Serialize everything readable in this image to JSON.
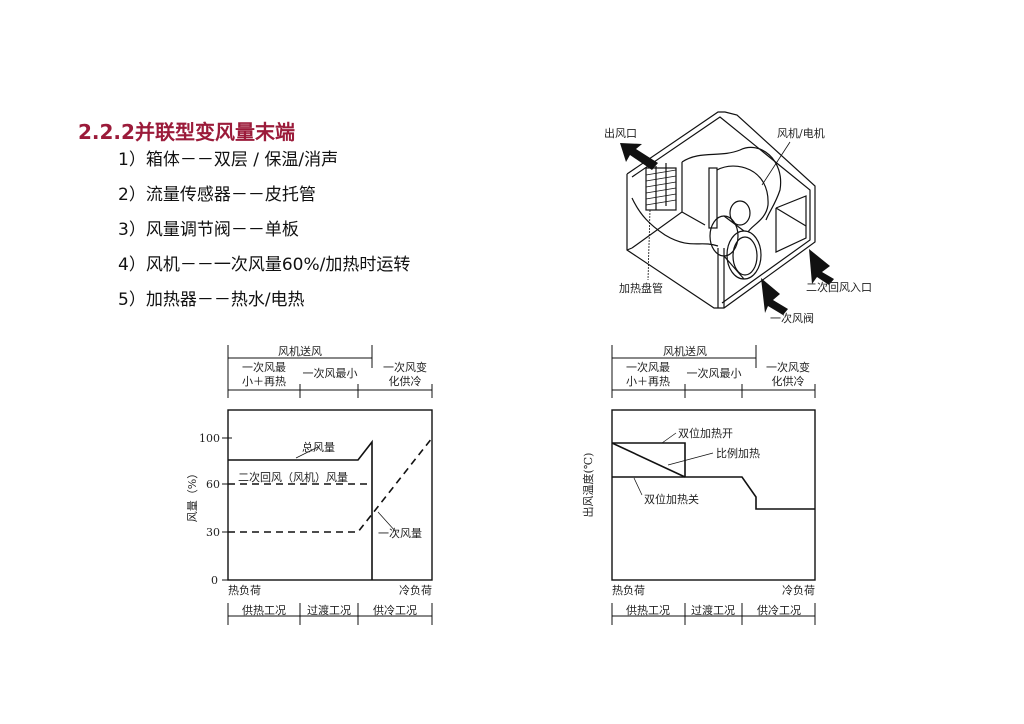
{
  "slide": {
    "title": "2.2.2并联型变风量末端",
    "title_color": "#9b1b3a",
    "items": [
      "1）箱体－－双层 / 保温/消声",
      "2）流量传感器－－皮托管",
      "3）风量调节阀－－单板",
      "4）风机－－一次风量60%/加热时运转",
      "5）加热器－－热水/电热"
    ]
  },
  "unit_diagram": {
    "labels": {
      "outlet": "出风口",
      "fan_motor": "风机/电机",
      "heating_coil": "加热盘管",
      "secondary_inlet": "二次回风入口",
      "primary_damper": "一次风阀"
    }
  },
  "header_band": {
    "fan_supply": "风机送风",
    "zone1_line1": "一次风最",
    "zone1_line2": "小＋再热",
    "zone2": "一次风最小",
    "zone3_line1": "一次风变",
    "zone3_line2": "化供冷"
  },
  "footer_band": {
    "heating": "供热工况",
    "transition": "过渡工况",
    "cooling": "供冷工况"
  },
  "chart_data": [
    {
      "type": "line",
      "title": "",
      "xlabel_left": "热负荷",
      "xlabel_right": "冷负荷",
      "ylabel": "风量（%）",
      "yticks": [
        0,
        30,
        60,
        100
      ],
      "ylim": [
        0,
        110
      ],
      "x": [
        0,
        0.64,
        0.71,
        0.71,
        1.0
      ],
      "series": [
        {
          "name": "总风量",
          "style": "solid",
          "points": [
            [
              0,
              80
            ],
            [
              0.64,
              80
            ],
            [
              0.71,
              92
            ],
            [
              0.71,
              0
            ]
          ]
        },
        {
          "name": "二次回风（风机）风量",
          "style": "dashed",
          "points": [
            [
              0,
              60
            ],
            [
              0.71,
              60
            ]
          ]
        },
        {
          "name": "一次风量",
          "style": "dashed",
          "points": [
            [
              0,
              30
            ],
            [
              0.64,
              30
            ],
            [
              1.0,
              90
            ]
          ]
        }
      ],
      "annotations": [
        "总风量",
        "二次回风（风机）风量",
        "一次风量"
      ]
    },
    {
      "type": "line",
      "title": "",
      "xlabel_left": "热负荷",
      "xlabel_right": "冷负荷",
      "ylabel": "出风温度(℃)",
      "series": [
        {
          "name": "双位加热开",
          "style": "solid",
          "points": [
            [
              0,
              "high"
            ],
            [
              0.36,
              "high"
            ],
            [
              0.36,
              "mid"
            ]
          ]
        },
        {
          "name": "比例加热",
          "style": "solid",
          "points": [
            [
              0,
              "high"
            ],
            [
              0.36,
              "mid"
            ]
          ]
        },
        {
          "name": "双位加热关",
          "style": "solid",
          "points": [
            [
              0,
              "mid"
            ],
            [
              0.64,
              "mid"
            ],
            [
              0.71,
              "mid-low"
            ],
            [
              0.71,
              "low"
            ],
            [
              1.0,
              "low"
            ]
          ]
        }
      ],
      "annotations": [
        "双位加热开",
        "比例加热",
        "双位加热关"
      ]
    }
  ]
}
